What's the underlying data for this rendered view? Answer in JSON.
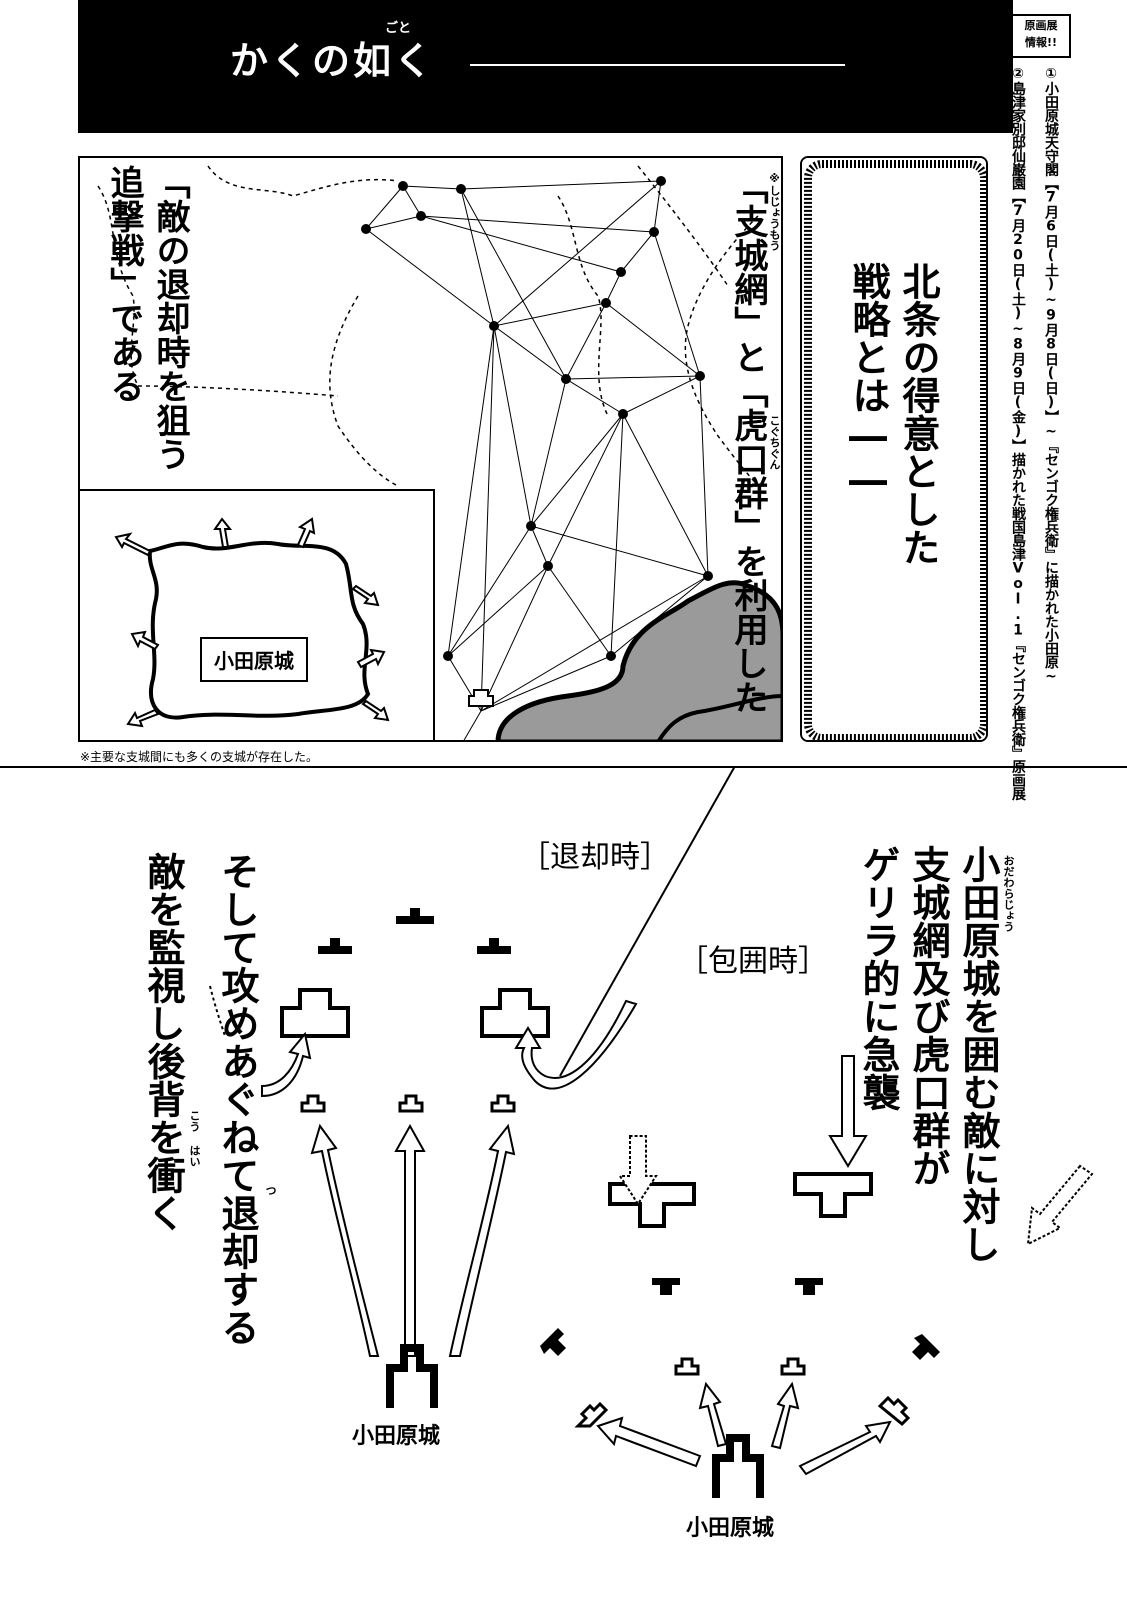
{
  "header": {
    "title": "かくの如く",
    "title_ruby": "ごと"
  },
  "info": {
    "head_line1": "原画展",
    "head_line2": "情報!!",
    "col1": "①小田原城天守閣【7月6日(土)~9月8日(日)】~『センゴク権兵衛』に描かれた小田原~",
    "col2": "②島津家別邸仙巌園【7月20日(土)~8月9日(金)】描かれた戦国島津Vol.1『センゴク権兵衛』原画展"
  },
  "map": {
    "text_right_1": "「支城網」と「虎口群」を利用した",
    "ruby_shijoumou": "※しじょうもう",
    "ruby_koguchigun": "こぐちぐん",
    "text_left_1": "「敵の退却時を狙う",
    "text_left_2": "追撃戦」である",
    "inset_label": "小田原城",
    "footnote": "※主要な支城間にも多くの支城が存在した。"
  },
  "strategy": {
    "line1": "北条の得意とした",
    "line2": "戦略とは――"
  },
  "lower": {
    "retreat_label": "［退却時］",
    "siege_label": "［包囲時］",
    "siege_text_1": "小田原城を囲む敵に対し",
    "siege_text_2": "支城網及び虎口群が",
    "siege_text_3": "ゲリラ的に急襲",
    "ruby_odawarajou": "おだわらじょう",
    "retreat_text_1": "そして攻めあぐねて退却する",
    "retreat_text_2": "敵を監視し後背を衝く",
    "ruby_kouhai": "こう はい",
    "ruby_tsu": "つ",
    "castle_label_left": "小田原城",
    "castle_label_right": "小田原城"
  },
  "colors": {
    "ink": "#000000",
    "paper": "#ffffff",
    "sea": "#9a9a9a"
  }
}
